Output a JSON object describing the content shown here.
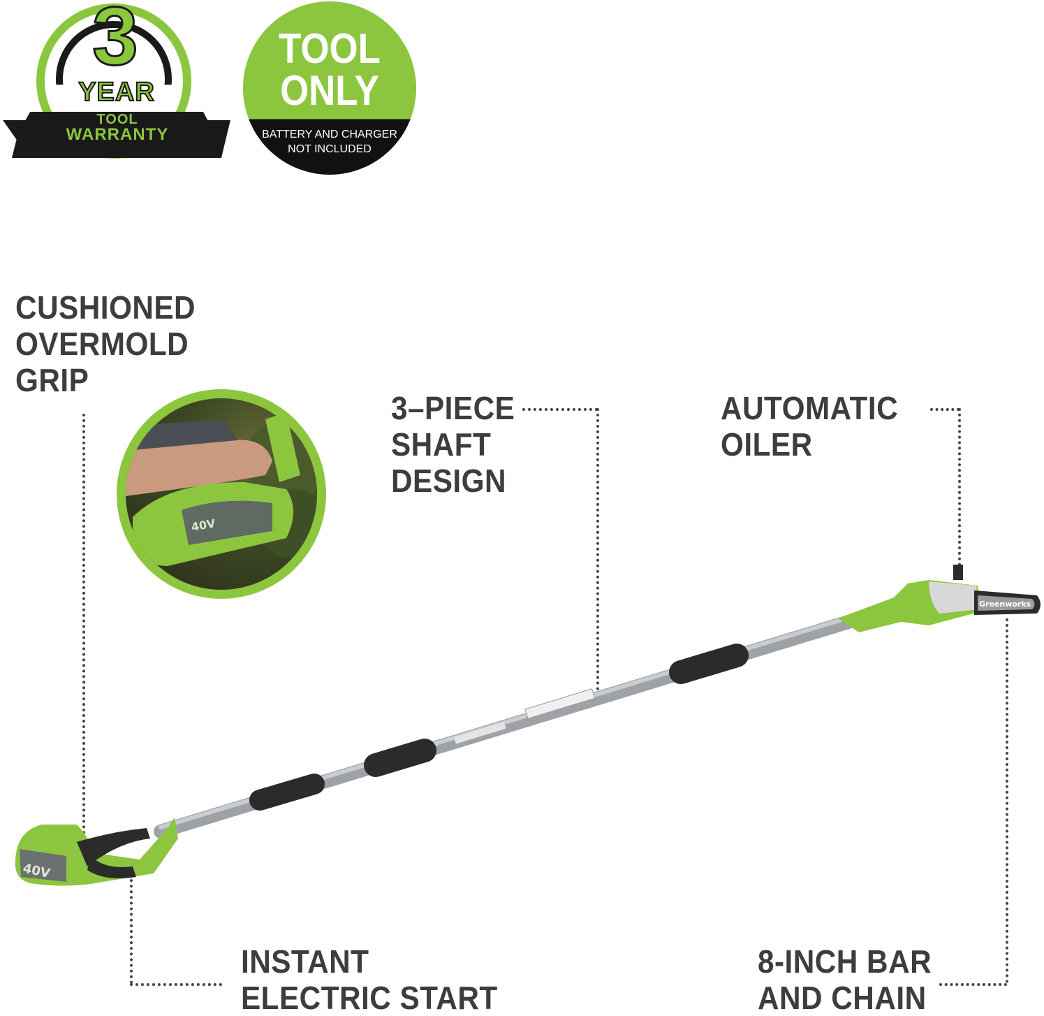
{
  "badges": {
    "warranty": {
      "number": "3",
      "year": "YEAR",
      "line1": "TOOL",
      "line2": "WARRANTY"
    },
    "tool_only": {
      "line1": "TOOL",
      "line2": "ONLY",
      "sub1": "BATTERY AND CHARGER",
      "sub2": "NOT INCLUDED"
    }
  },
  "features": {
    "grip": [
      "CUSHIONED",
      "OVERMOLD",
      "GRIP"
    ],
    "shaft": [
      "3–PIECE",
      "SHAFT",
      "DESIGN"
    ],
    "oiler": [
      "AUTOMATIC",
      "OILER"
    ],
    "start": [
      "INSTANT",
      "ELECTRIC START"
    ],
    "bar": [
      "8-INCH BAR",
      "AND CHAIN"
    ]
  },
  "product": {
    "battery_label": "40V",
    "brand_label": "Greenworks",
    "inset_label": "40V"
  },
  "colors": {
    "brand_green": "#8cc63f",
    "text_dark": "#3d3d3d",
    "shaft_gray": "#b5b8bc",
    "grip_black": "#2b2b2b"
  }
}
